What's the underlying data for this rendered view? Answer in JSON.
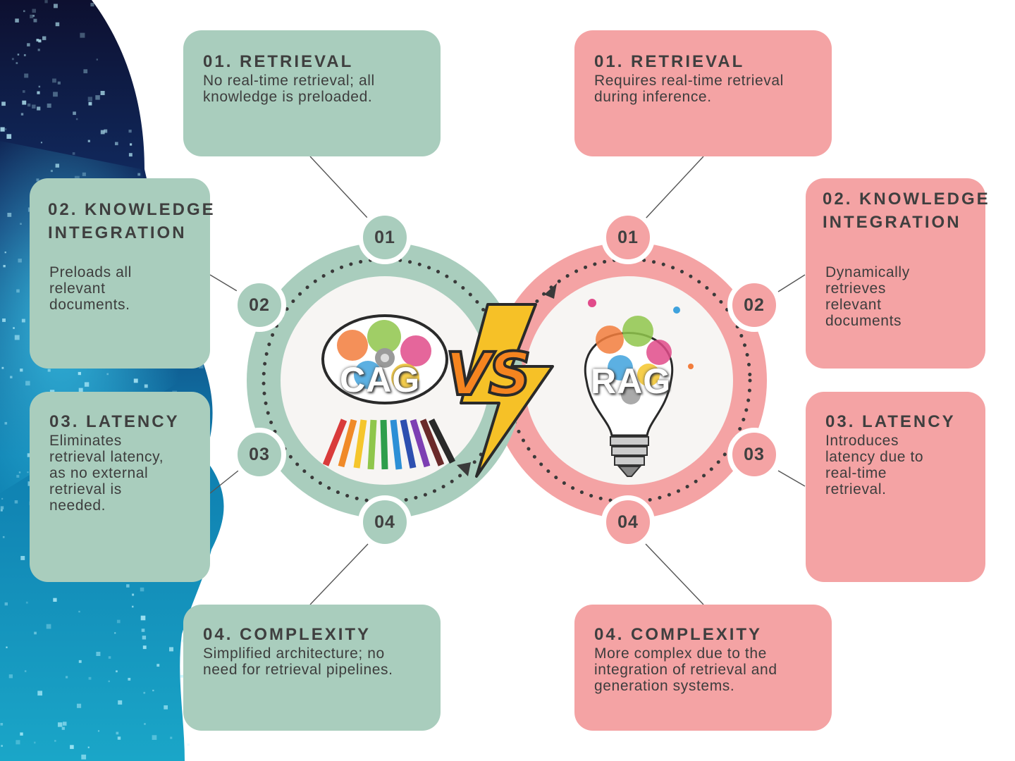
{
  "colors": {
    "cag": "#a9cdbd",
    "rag": "#f4a3a4",
    "vs_orange": "#f5841f",
    "bolt_yellow": "#f6c127",
    "text": "#3c3c3c"
  },
  "center": {
    "cag_label": "CAG",
    "rag_label": "RAG",
    "vs_label": "VS"
  },
  "cag": {
    "badges": [
      "01",
      "02",
      "03",
      "04"
    ],
    "cards": [
      {
        "title": "01. RETRIEVAL",
        "body": "No real-time retrieval; all\nknowledge is preloaded."
      },
      {
        "title": "02. KNOWLEDGE\nINTEGRATION",
        "body": "Preloads all\nrelevant\ndocuments."
      },
      {
        "title": "03. LATENCY",
        "body": "Eliminates\nretrieval latency,\nas no external\nretrieval is\nneeded."
      },
      {
        "title": "04. COMPLEXITY",
        "body": "Simplified architecture; no\nneed for retrieval pipelines."
      }
    ]
  },
  "rag": {
    "badges": [
      "01",
      "02",
      "03",
      "04"
    ],
    "cards": [
      {
        "title": "01. RETRIEVAL",
        "body": "Requires real-time retrieval\nduring inference."
      },
      {
        "title": "02. KNOWLEDGE\nINTEGRATION",
        "body": "Dynamically\nretrieves\nrelevant\ndocuments"
      },
      {
        "title": "03. LATENCY",
        "body": "Introduces\nlatency due to\nreal-time\nretrieval."
      },
      {
        "title": "04. COMPLEXITY",
        "body": "More complex due to the\nintegration of retrieval and\ngeneration systems."
      }
    ]
  }
}
